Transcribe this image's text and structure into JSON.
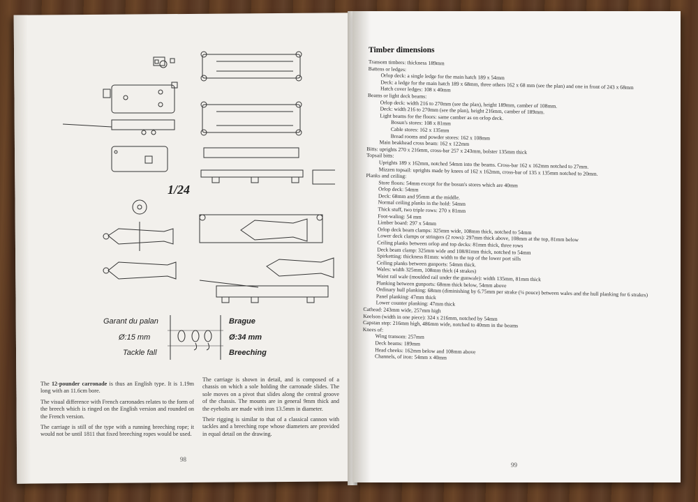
{
  "left_page": {
    "scale_label": "1/24",
    "legend": {
      "left_title": "Garant du palan",
      "left_diameter": "Ø:15 mm",
      "left_caption": "Tackle fall",
      "right_title": "Brague",
      "right_diameter": "Ø:34 mm",
      "right_caption": "Breeching"
    },
    "col1": [
      "The 12-pounder carronade is thus an English type. It is 1.19m long with an 11.6cm bore.",
      "The visual difference with French carronades relates to the form of the breech which is ringed on the English version and rounded on the French version.",
      "The carriage is still of the type with a running breeching rope; it would not be until 1811 that fixed breeching ropes would be used."
    ],
    "col2": [
      "The carriage is shown in detail, and is composed of a chassis on which a sole holding the carronade slides. The sole moves on a pivot that slides along the central groove of the chassis. The mounts are in general 9mm thick and the eyebolts are made with iron 13.5mm in diameter.",
      "Their rigging is similar to that of a classical cannon with tackles and a breeching rope whose diameters are provided in equal detail on the drawing."
    ],
    "page_number": "98"
  },
  "right_page": {
    "title": "Timber dimensions",
    "entries": [
      {
        "level": 0,
        "text": "Transom timbers: thickness 189mm"
      },
      {
        "level": 0,
        "text": "Battens or ledges:"
      },
      {
        "level": 1,
        "text": "Orlop deck: a single ledge for the main hatch 189 x 54mm"
      },
      {
        "level": 1,
        "text": "Deck: a ledge for the main hatch 189 x 68mm, three others 162 x 68 mm (see the plan) and one in front of 243 x 68mm"
      },
      {
        "level": 1,
        "text": "Hatch cover ledges: 108 x 40mm"
      },
      {
        "level": 0,
        "text": "Beams or light deck beams:"
      },
      {
        "level": 1,
        "text": "Orlop deck: width 216 to 270mm (see the plan), height 189mm, camber of 108mm."
      },
      {
        "level": 1,
        "text": "Deck: width 216 to 270mm (see the plan), height 216mm, camber of 189mm."
      },
      {
        "level": 1,
        "text": "Light beams for the floors: same camber as on orlop deck."
      },
      {
        "level": 2,
        "text": "Bosun's stores: 108 x 81mm"
      },
      {
        "level": 2,
        "text": "Cable stores: 162 x 135mm"
      },
      {
        "level": 2,
        "text": "Bread rooms and powder stores: 162 x 108mm"
      },
      {
        "level": 1,
        "text": "Main beakhead cross beam: 162 x 122mm"
      },
      {
        "level": 0,
        "text": "Bitts: uprights 270 x 216mm, cross-bar 257 x 243mm, bolster 135mm thick"
      },
      {
        "level": 0,
        "text": "Topsail bitts:"
      },
      {
        "level": 1,
        "text": "Uprights 189 x 162mm, notched 54mm into the beams. Cross-bar 162 x 162mm notched to 27mm."
      },
      {
        "level": 1,
        "text": "Mizzen topsail: uprights made by knees of 162 x 162mm, cross-bar of 135 x 135mm notched to 20mm."
      },
      {
        "level": 0,
        "text": "Planks and ceiling:"
      },
      {
        "level": 1,
        "text": "Store floors: 54mm except for the bosun's stores which are 40mm"
      },
      {
        "level": 1,
        "text": "Orlop deck: 54mm"
      },
      {
        "level": 1,
        "text": "Deck: 68mm and 95mm at the middle."
      },
      {
        "level": 1,
        "text": "Normal ceiling planks in the hold: 54mm"
      },
      {
        "level": 1,
        "text": "Thick stuff, two triple rows: 270 x 81mm"
      },
      {
        "level": 1,
        "text": "Foot-waling: 54 mm"
      },
      {
        "level": 1,
        "text": "Limber board: 297 x 54mm"
      },
      {
        "level": 1,
        "text": "Orlop deck beam clamps: 325mm wide, 108mm thick, notched to 54mm"
      },
      {
        "level": 1,
        "text": "Lower deck clamps or stringers (2 rows): 297mm thick above, 108mm at the top, 81mm below"
      },
      {
        "level": 1,
        "text": "Ceiling planks between orlop and top decks: 81mm thick, three rows"
      },
      {
        "level": 1,
        "text": "Deck beam clamp: 325mm wide and 108/81mm thick, notched to 54mm"
      },
      {
        "level": 1,
        "text": "Spirketting: thickness 81mm: width to the top of the lower port sills"
      },
      {
        "level": 1,
        "text": "Ceiling planks between gunports: 54mm thick."
      },
      {
        "level": 1,
        "text": "Wales: width 325mm, 108mm thick (4 strakes)"
      },
      {
        "level": 1,
        "text": "Waist rail wale (moulded rail under the gunwale): width 135mm, 81mm thick"
      },
      {
        "level": 1,
        "text": "Planking between gunports: 68mm thick below, 54mm above"
      },
      {
        "level": 1,
        "text": "Ordinary hull planking: 68mm (diminishing by 6.75mm per strake (¼ pouce) between wales and the hull planking for 6 strakes)"
      },
      {
        "level": 1,
        "text": "Panel planking: 47mm thick"
      },
      {
        "level": 1,
        "text": "Lower counter planking: 47mm thick"
      },
      {
        "level": 0,
        "text": "Cathead: 243mm wide, 257mm high"
      },
      {
        "level": 0,
        "text": "Keelson (width in one piece): 324 x 216mm, notched by 54mm"
      },
      {
        "level": 0,
        "text": "Capstan step: 216mm high, 486mm wide, notched to 40mm in the beams"
      },
      {
        "level": 0,
        "text": "Knees of:"
      },
      {
        "level": 1,
        "text": "Wing transom: 257mm"
      },
      {
        "level": 1,
        "text": "Deck beams: 189mm"
      },
      {
        "level": 1,
        "text": "Head cheeks: 162mm below and 108mm above"
      },
      {
        "level": 1,
        "text": "Channels, of iron: 54mm x 40mm"
      }
    ],
    "page_number": "99"
  }
}
